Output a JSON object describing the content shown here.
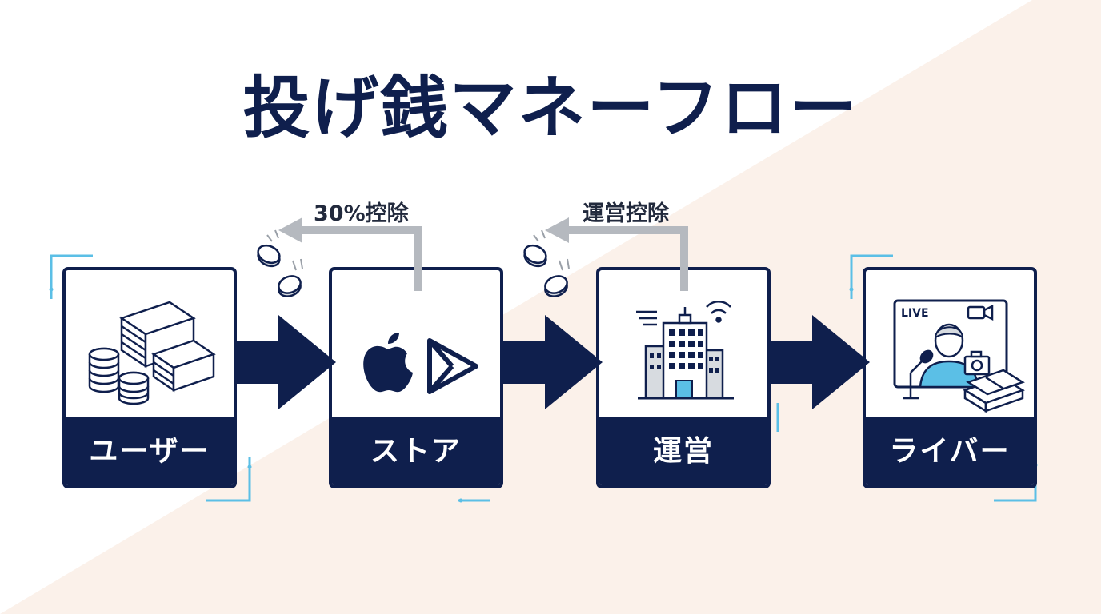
{
  "title": "投げ銭マネーフロー",
  "nodes": [
    {
      "label": "ユーザー",
      "icon": "money-stacks-icon"
    },
    {
      "label": "ストア",
      "icon": "app-store-icons"
    },
    {
      "label": "運営",
      "icon": "office-building-icon"
    },
    {
      "label": "ライバー",
      "icon": "live-streamer-icon"
    }
  ],
  "deductions": [
    {
      "label": "30%控除"
    },
    {
      "label": "運営控除"
    }
  ],
  "live_badge": "LIVE",
  "colors": {
    "navy": "#0f1f4d",
    "accent_cyan": "#5bbfe6",
    "return_arrow": "#b5b9bf",
    "background_tint": "#fbf1ea"
  }
}
